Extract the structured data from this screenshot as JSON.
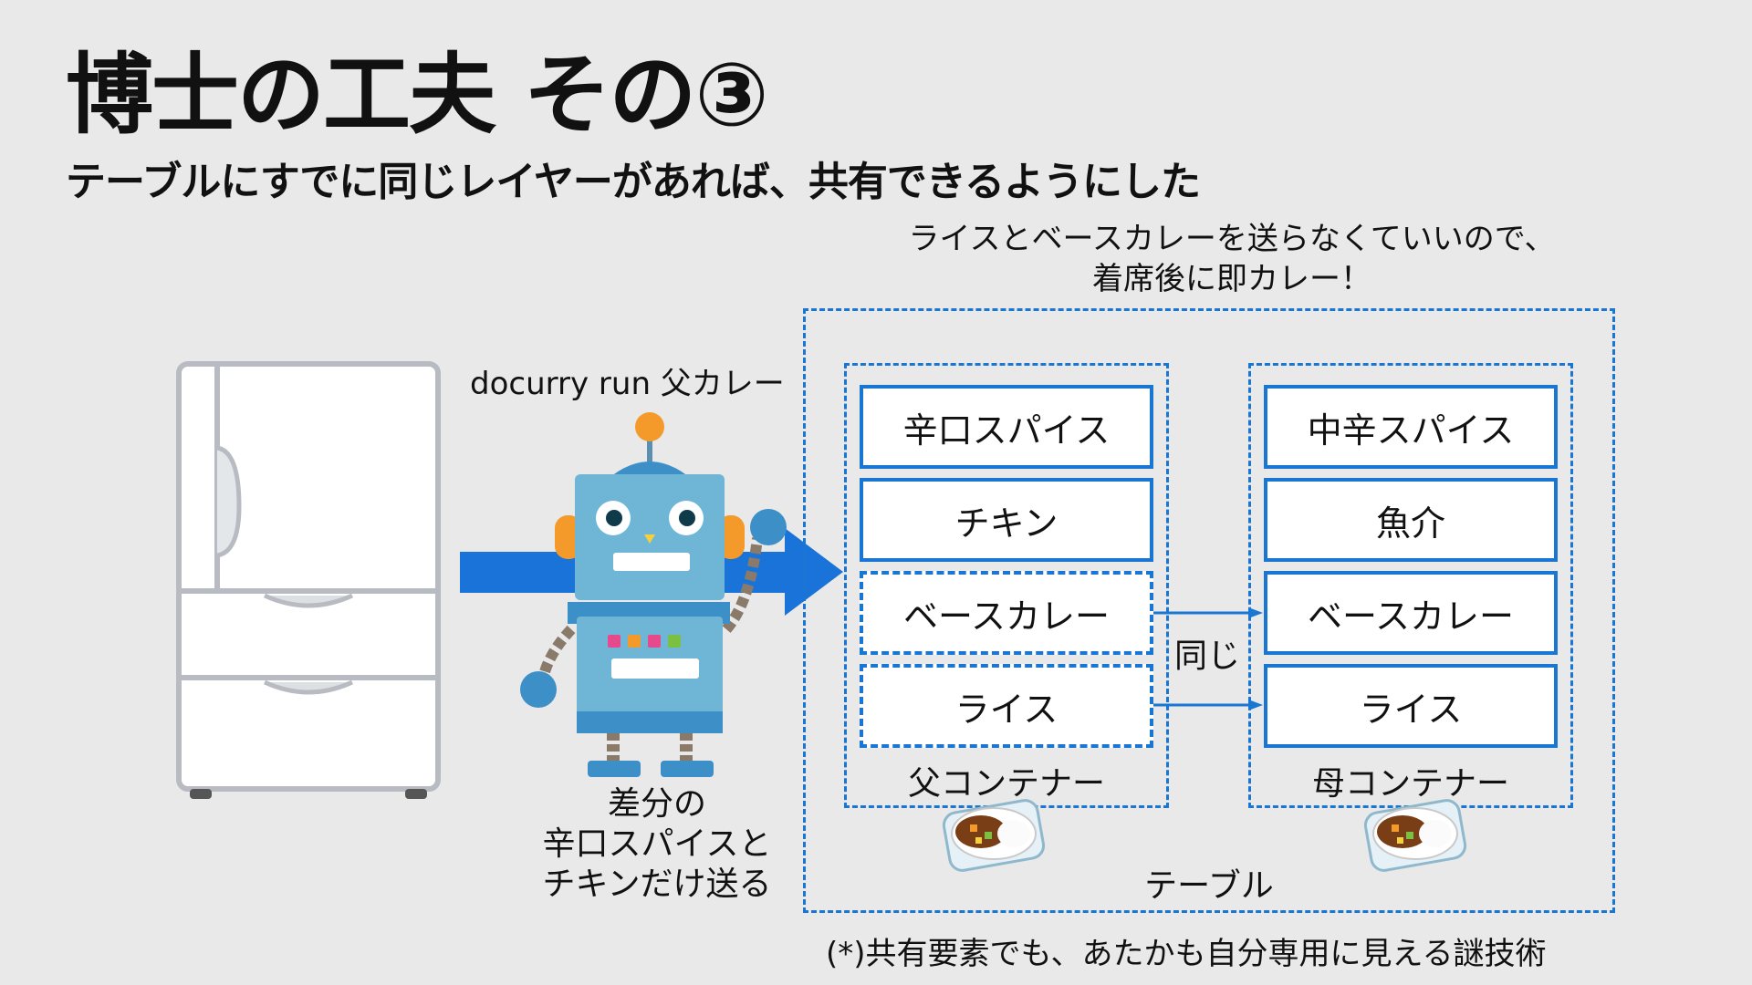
{
  "slide": {
    "title": "博士の工夫 その③",
    "subtitle": "テーブルにすでに同じレイヤーがあれば、共有できるようにした",
    "note_top_line1": "ライスとベースカレーを送らなくていいので、",
    "note_top_line2": "着席後に即カレー！",
    "command": "docurry  run 父カレー",
    "diff_note_line1": "差分の",
    "diff_note_line2": "辛口スパイスと",
    "diff_note_line3": "チキンだけ送る",
    "table_label": "テーブル",
    "same_label": "同じ",
    "footnote": "(*)共有要素でも、あたかも自分専用に見える謎技術"
  },
  "father_container": {
    "label": "父コンテナー",
    "layers": [
      "辛口スパイス",
      "チキン",
      "ベースカレー",
      "ライス"
    ]
  },
  "mother_container": {
    "label": "母コンテナー",
    "layers": [
      "中辛スパイス",
      "魚介",
      "ベースカレー",
      "ライス"
    ]
  },
  "colors": {
    "accent": "#1976d2",
    "background": "#e9e9e9",
    "arrow": "#1a73d9"
  },
  "icons": [
    "refrigerator-icon",
    "robot-icon",
    "curry-plate-icon"
  ]
}
